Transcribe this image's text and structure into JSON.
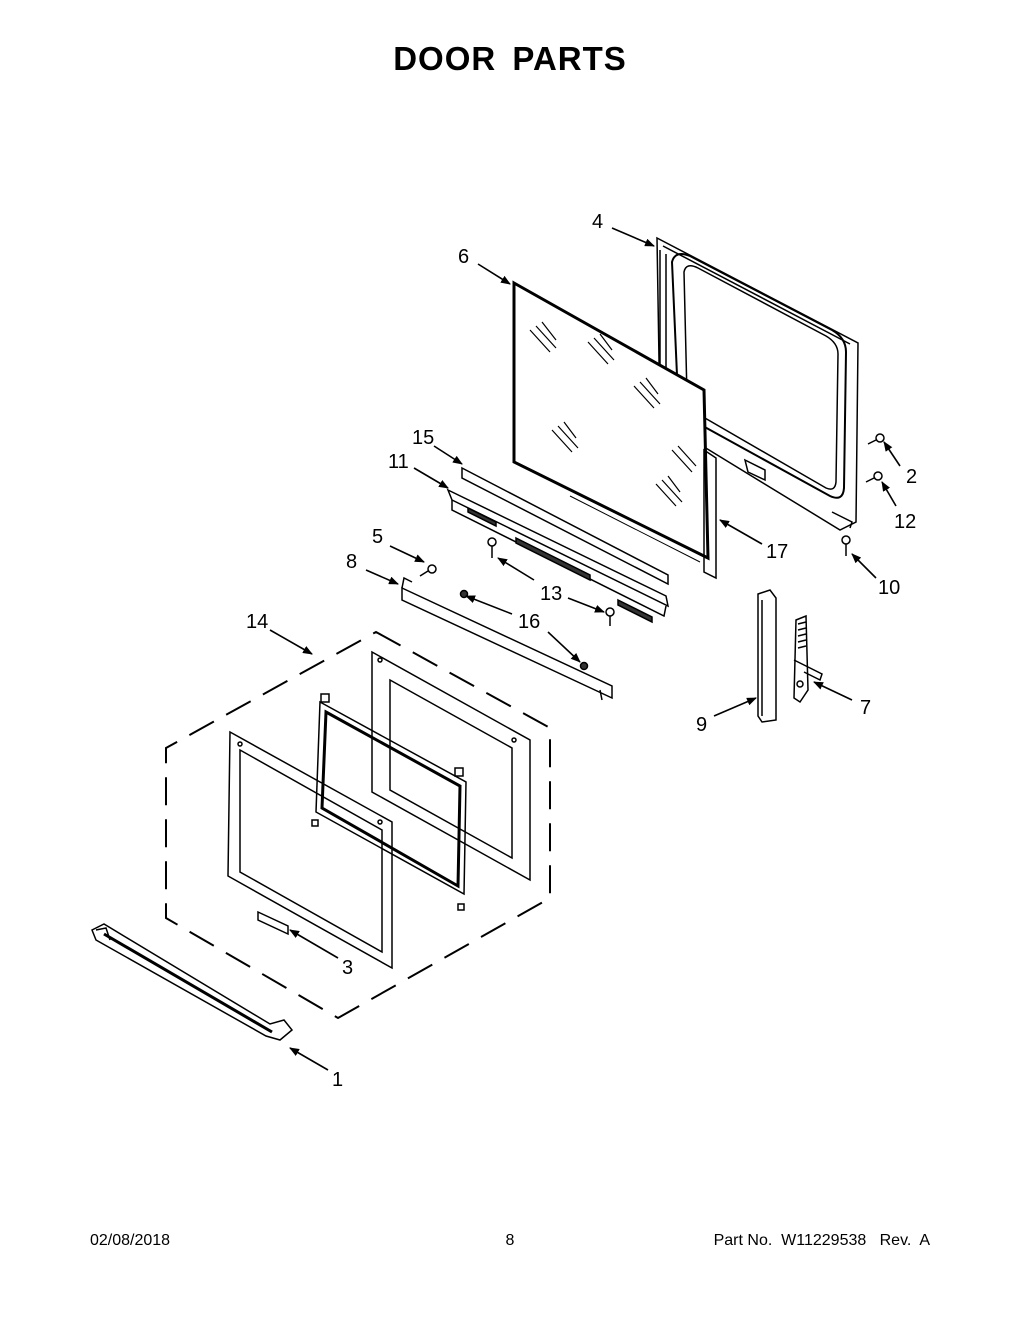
{
  "title": "DOOR PARTS",
  "callouts": {
    "c1": "1",
    "c2": "2",
    "c3": "3",
    "c4": "4",
    "c5": "5",
    "c6": "6",
    "c7": "7",
    "c8": "8",
    "c9": "9",
    "c10": "10",
    "c11": "11",
    "c12": "12",
    "c13": "13",
    "c14": "14",
    "c15": "15",
    "c16": "16",
    "c17": "17"
  },
  "footer": {
    "date": "02/08/2018",
    "page": "8",
    "part": "Part No.  W11229538   Rev.  A"
  }
}
